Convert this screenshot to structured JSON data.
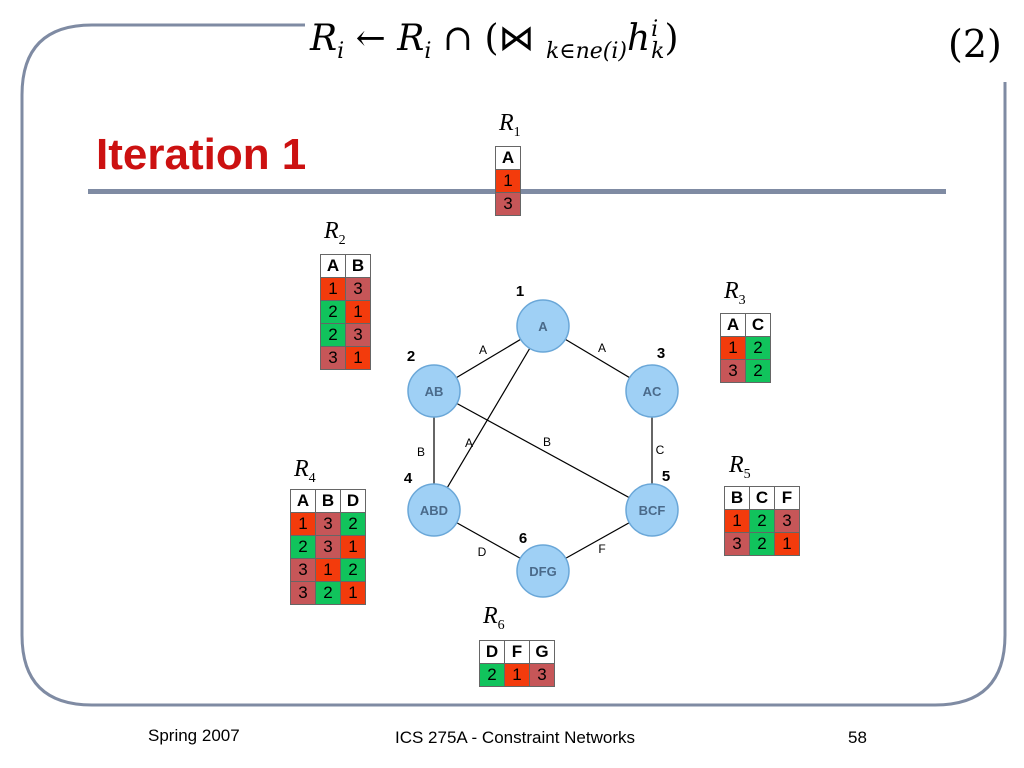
{
  "formula": {
    "lhs": "R",
    "lhs_sub": "i",
    "arrow": "←",
    "rhs": "R",
    "rhs_sub": "i",
    "cap": "∩",
    "open": "(",
    "join": "⋈",
    "join_sub": "k∈ne(i)",
    "h": "h",
    "h_sup": "i",
    "h_sub": "k",
    "close": ")",
    "number": "(2)"
  },
  "title": "Iteration 1",
  "relations": [
    {
      "id": "R1",
      "letter": "R",
      "sub": "1",
      "headers": [
        "A"
      ],
      "rows": [
        [
          "1"
        ],
        [
          "3"
        ]
      ],
      "colors": [
        [
          "red"
        ],
        [
          "rose"
        ]
      ]
    },
    {
      "id": "R2",
      "letter": "R",
      "sub": "2",
      "headers": [
        "A",
        "B"
      ],
      "rows": [
        [
          "1",
          "3"
        ],
        [
          "2",
          "1"
        ],
        [
          "2",
          "3"
        ],
        [
          "3",
          "1"
        ]
      ],
      "colors": [
        [
          "red",
          "rose"
        ],
        [
          "green",
          "red"
        ],
        [
          "green",
          "rose"
        ],
        [
          "rose",
          "red"
        ]
      ]
    },
    {
      "id": "R3",
      "letter": "R",
      "sub": "3",
      "headers": [
        "A",
        "C"
      ],
      "rows": [
        [
          "1",
          "2"
        ],
        [
          "3",
          "2"
        ]
      ],
      "colors": [
        [
          "red",
          "green"
        ],
        [
          "rose",
          "green"
        ]
      ]
    },
    {
      "id": "R4",
      "letter": "R",
      "sub": "4",
      "headers": [
        "A",
        "B",
        "D"
      ],
      "rows": [
        [
          "1",
          "3",
          "2"
        ],
        [
          "2",
          "3",
          "1"
        ],
        [
          "3",
          "1",
          "2"
        ],
        [
          "3",
          "2",
          "1"
        ]
      ],
      "colors": [
        [
          "red",
          "rose",
          "green"
        ],
        [
          "green",
          "rose",
          "red"
        ],
        [
          "rose",
          "red",
          "green"
        ],
        [
          "rose",
          "green",
          "red"
        ]
      ]
    },
    {
      "id": "R5",
      "letter": "R",
      "sub": "5",
      "headers": [
        "B",
        "C",
        "F"
      ],
      "rows": [
        [
          "1",
          "2",
          "3"
        ],
        [
          "3",
          "2",
          "1"
        ]
      ],
      "colors": [
        [
          "red",
          "green",
          "rose"
        ],
        [
          "rose",
          "green",
          "red"
        ]
      ]
    },
    {
      "id": "R6",
      "letter": "R",
      "sub": "6",
      "headers": [
        "D",
        "F",
        "G"
      ],
      "rows": [
        [
          "2",
          "1",
          "3"
        ]
      ],
      "colors": [
        [
          "green",
          "red",
          "rose"
        ]
      ]
    }
  ],
  "palette": {
    "red": "#f33b0c",
    "green": "#11c35c",
    "rose": "#c65658",
    "node_fill": "#9fd0f5",
    "node_stroke": "#6aa7d8",
    "node_text": "#4a6a8a",
    "frame": "#7f8ba3",
    "title": "#cc1111"
  },
  "graph": {
    "nodes": [
      {
        "id": "n1",
        "label": "A",
        "number": "1"
      },
      {
        "id": "n2",
        "label": "AB",
        "number": "2"
      },
      {
        "id": "n3",
        "label": "AC",
        "number": "3"
      },
      {
        "id": "n4",
        "label": "ABD",
        "number": "4"
      },
      {
        "id": "n5",
        "label": "BCF",
        "number": "5"
      },
      {
        "id": "n6",
        "label": "DFG",
        "number": "6"
      }
    ],
    "edges": [
      {
        "from": "n1",
        "to": "n2",
        "label": "A"
      },
      {
        "from": "n1",
        "to": "n3",
        "label": "A"
      },
      {
        "from": "n1",
        "to": "n4",
        "label": "A"
      },
      {
        "from": "n2",
        "to": "n4",
        "label": "B"
      },
      {
        "from": "n2",
        "to": "n5",
        "label": "B"
      },
      {
        "from": "n3",
        "to": "n5",
        "label": "C"
      },
      {
        "from": "n4",
        "to": "n6",
        "label": "D"
      },
      {
        "from": "n5",
        "to": "n6",
        "label": "F"
      }
    ]
  },
  "footer": {
    "left": "Spring 2007",
    "center": "ICS 275A - Constraint Networks",
    "right": "58"
  }
}
